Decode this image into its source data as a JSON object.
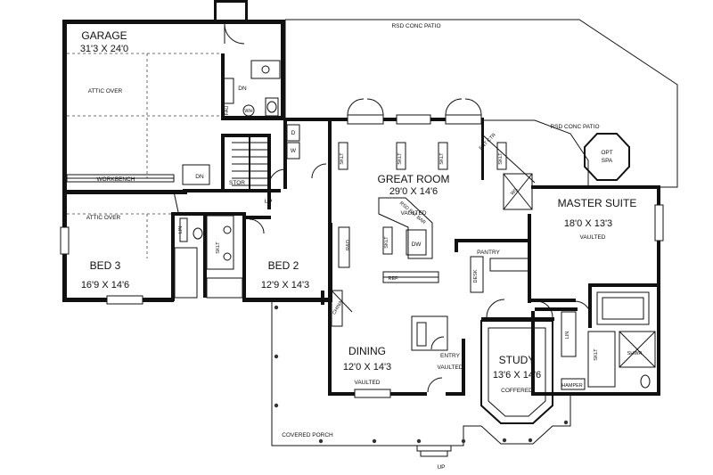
{
  "rooms": {
    "garage": {
      "name": "GARAGE",
      "dims": "31'3 X 24'0"
    },
    "great_room": {
      "name": "GREAT ROOM",
      "dims": "29'0 X 14'6",
      "note": "VAULTED"
    },
    "master_suite": {
      "name": "MASTER SUITE",
      "dims": "18'0 X 13'3",
      "note": "VAULTED"
    },
    "bed3": {
      "name": "BED 3",
      "dims": "16'9 X 14'6"
    },
    "bed2": {
      "name": "BED 2",
      "dims": "12'9 X 14'3"
    },
    "dining": {
      "name": "DINING",
      "dims": "12'0 X 14'3",
      "note": "VAULTED"
    },
    "study": {
      "name": "STUDY",
      "dims": "13'6 X 14'6",
      "note": "COFFERED"
    },
    "entry": {
      "name": "ENTRY",
      "note": "VAULTED"
    }
  },
  "labels": {
    "rsd_patio_top": "RSD CONC PATIO",
    "rsd_patio_right": "RSD CONC PATIO",
    "opt_spa_1": "OPT",
    "opt_spa_2": "SPA",
    "attic_over_garage": "ATTIC OVER",
    "attic_over_bed3": "ATTIC OVER",
    "workbench": "WORKBENCH",
    "covered_porch": "COVERED PORCH",
    "up_porch": "UP",
    "up_stair": "UP",
    "dn_stair": "DN",
    "dn_garage": "DN",
    "stor": "STOR",
    "fau": "FAU",
    "wh": "WH",
    "d": "D",
    "w": "W",
    "ent_ctr": "ENT CTR",
    "ws": "WS",
    "sklt_1": "SKLT",
    "sklt_2": "SKLT",
    "sklt_3": "SKLT",
    "sklt_4": "SKLT",
    "sklt_5": "SKLT",
    "sklt_bath": "SKLT",
    "sklt_master": "SKLT",
    "raised_eat_bar": "RSD EAT BAR",
    "dw": "DW",
    "ro": "R&O",
    "ref": "REF",
    "pantry": "PANTRY",
    "desk": "DESK",
    "china": "CHINA",
    "lin_hall": "LIN",
    "lin_master": "LIN",
    "shwr": "SHWR",
    "hamper": "HAMPER"
  }
}
